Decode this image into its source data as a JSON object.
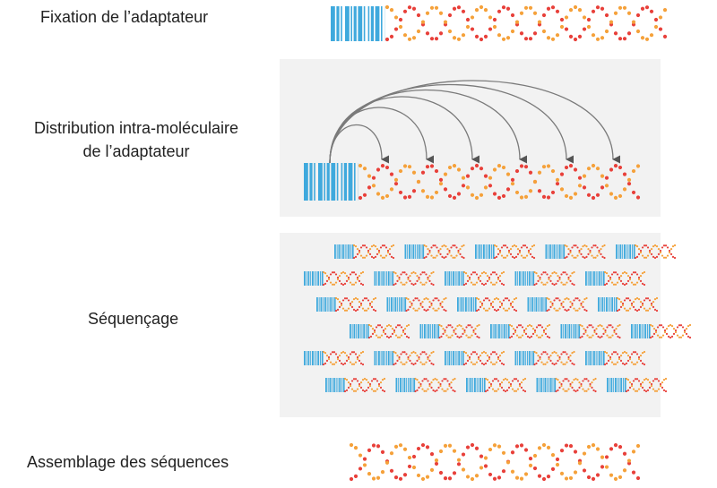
{
  "steps": [
    {
      "label": "Fixation de l’adaptateur"
    },
    {
      "label_line1": "Distribution intra-moléculaire",
      "label_line2": "de l’adaptateur"
    },
    {
      "label": "Séquençage"
    },
    {
      "label": "Assemblage des séquences"
    }
  ],
  "colors": {
    "barcode": "#3fa9dd",
    "strand_red": "#e8403a",
    "strand_orange": "#f5a13a",
    "arrow": "#7a7a7a",
    "arrow_head": "#555555",
    "panel": "#f2f2f2"
  },
  "diagram": {
    "adapter_jumps": 6,
    "sequencing_read_rows": [
      5,
      5,
      5,
      5,
      5,
      5
    ]
  }
}
